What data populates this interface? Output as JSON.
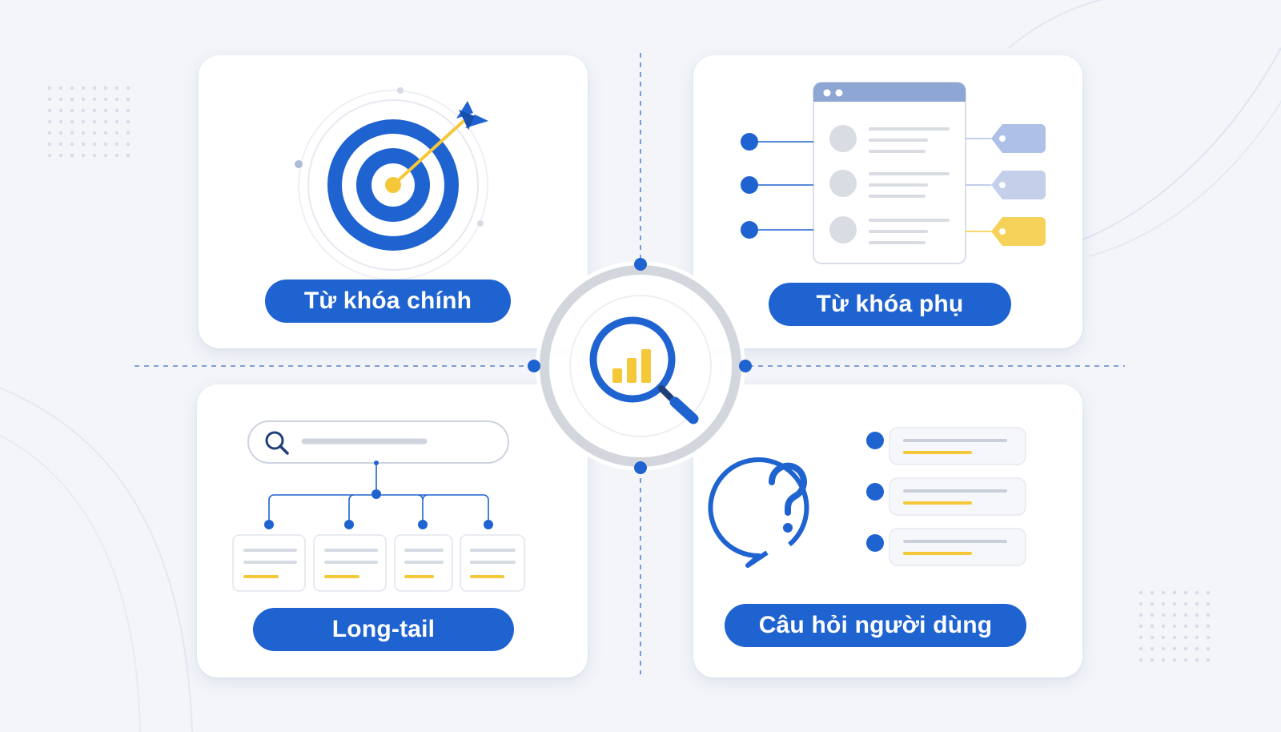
{
  "categories": {
    "main_keyword": {
      "label": "Từ khóa chính",
      "icon": "target-arrow-icon"
    },
    "secondary_keyword": {
      "label": "Từ khóa phụ",
      "icon": "tagged-list-icon"
    },
    "long_tail": {
      "label": "Long-tail",
      "icon": "search-tree-icon"
    },
    "user_questions": {
      "label": "Câu hỏi người dùng",
      "icon": "question-bubble-icon"
    }
  },
  "hub": {
    "icon": "magnifier-chart-icon"
  },
  "colors": {
    "primary_blue": "#1f63d1",
    "accent_yellow": "#f5c83a",
    "light_blue": "#aebfe8",
    "background": "#f3f5f9"
  }
}
